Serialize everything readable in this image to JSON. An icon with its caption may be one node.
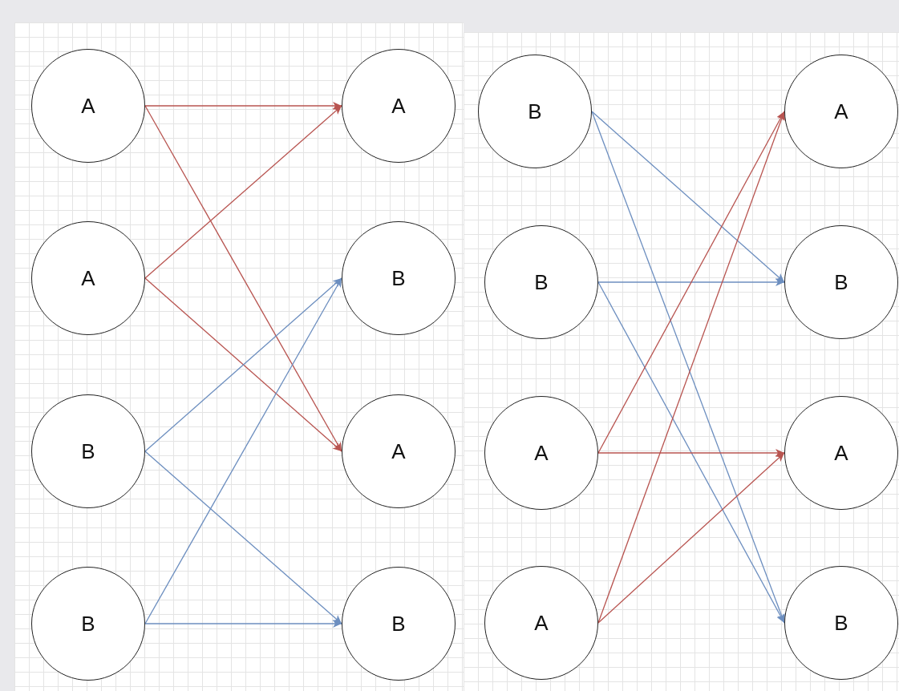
{
  "diagram": {
    "nodes": [
      {
        "text": [
          "A"
        ]
      },
      {
        "text": [
          "A"
        ]
      },
      {
        "text": [
          "B"
        ]
      },
      {
        "text": [
          "B"
        ]
      },
      {
        "text": [
          "A"
        ]
      },
      {
        "text": [
          "B"
        ]
      },
      {
        "text": [
          "A"
        ]
      },
      {
        "text": [
          "B"
        ]
      },
      {
        "text": [
          "B"
        ]
      },
      {
        "text": [
          "B"
        ]
      },
      {
        "text": [
          "A"
        ]
      },
      {
        "text": [
          "A"
        ]
      },
      {
        "text": [
          "A"
        ]
      },
      {
        "text": [
          "B"
        ]
      },
      {
        "text": [
          "A"
        ]
      },
      {
        "text": [
          "B"
        ]
      }
    ],
    "edges": [
      {
        "from": 0,
        "to": 4,
        "arrow": "to",
        "color": "#b85450"
      },
      {
        "from": 0,
        "to": 6,
        "arrow": "to",
        "color": "#b85450"
      },
      {
        "from": 1,
        "to": 4,
        "arrow": "to",
        "color": "#b85450"
      },
      {
        "from": 1,
        "to": 6,
        "arrow": "to",
        "color": "#b85450"
      },
      {
        "from": 2,
        "to": 5,
        "arrow": "to",
        "color": "#6c8ebf"
      },
      {
        "from": 2,
        "to": 7,
        "arrow": "to",
        "color": "#6c8ebf"
      },
      {
        "from": 3,
        "to": 5,
        "arrow": "to",
        "color": "#6c8ebf"
      },
      {
        "from": 3,
        "to": 7,
        "arrow": "to",
        "color": "#6c8ebf"
      },
      {
        "from": 8,
        "to": 13,
        "arrow": "to",
        "color": "#6c8ebf"
      },
      {
        "from": 8,
        "to": 15,
        "arrow": "to",
        "color": "#6c8ebf"
      },
      {
        "from": 9,
        "to": 13,
        "arrow": "to",
        "color": "#6c8ebf"
      },
      {
        "from": 9,
        "to": 15,
        "arrow": "to",
        "color": "#6c8ebf"
      },
      {
        "from": 10,
        "to": 12,
        "arrow": "to",
        "color": "#b85450"
      },
      {
        "from": 10,
        "to": 14,
        "arrow": "to",
        "color": "#b85450"
      },
      {
        "from": 11,
        "to": 12,
        "arrow": "to",
        "color": "#b85450"
      },
      {
        "from": 11,
        "to": 14,
        "arrow": "to",
        "color": "#b85450"
      }
    ]
  }
}
